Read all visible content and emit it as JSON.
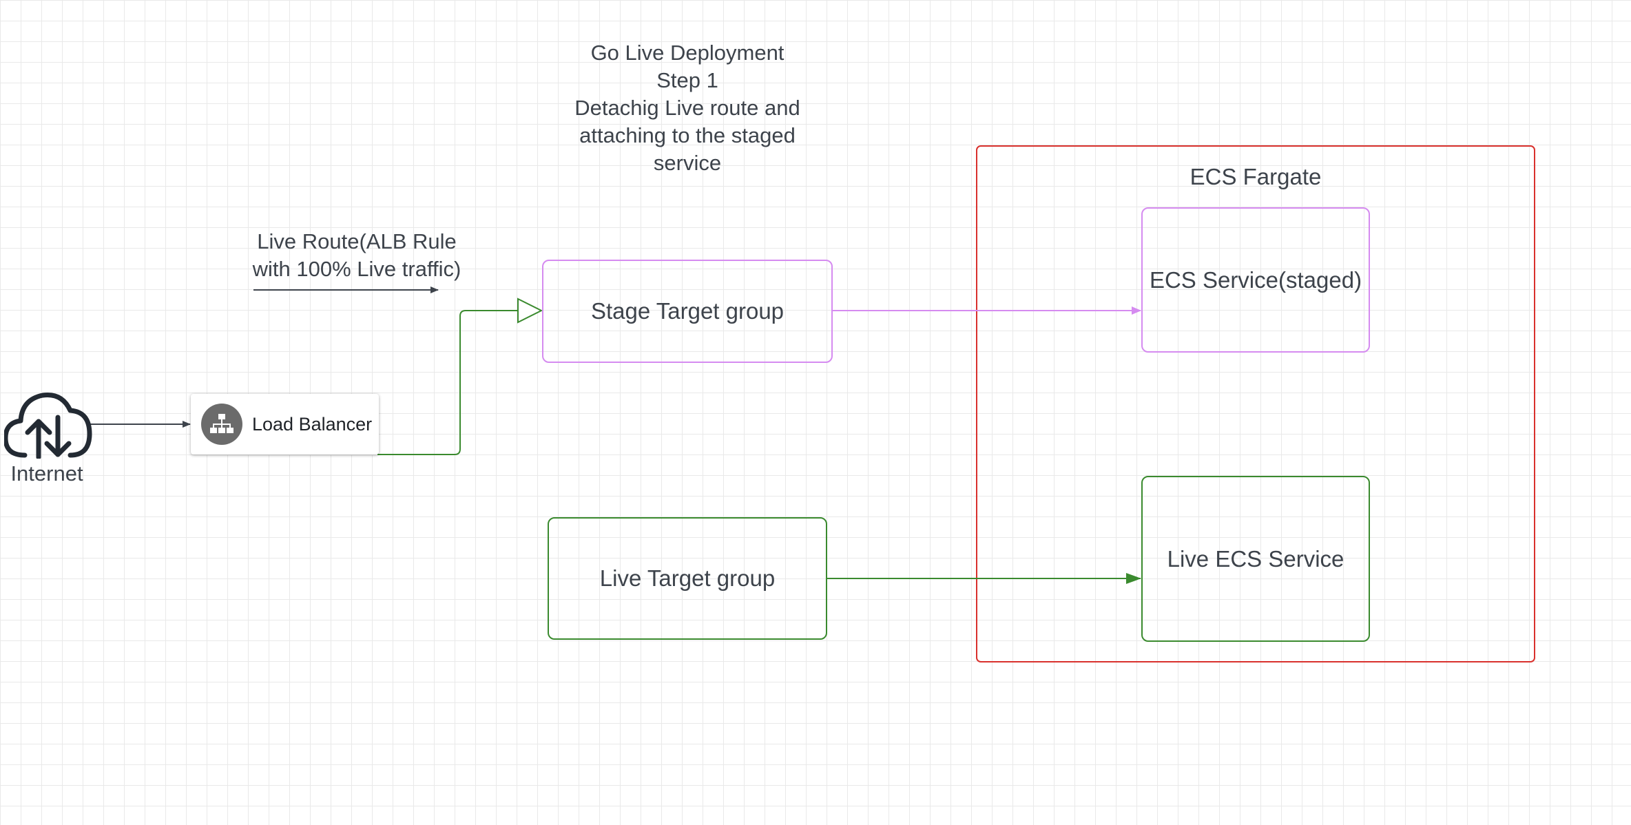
{
  "diagram": {
    "title_lines": "Go Live Deployment\nStep 1\nDetachig Live route and\nattaching to the staged\nservice",
    "live_route_label": "Live Route(ALB Rule\nwith 100% Live traffic)",
    "internet_label": "Internet",
    "load_balancer_label": "Load Balancer",
    "stage_target_group_label": "Stage Target group",
    "live_target_group_label": "Live Target group",
    "ecs_fargate_label": "ECS Fargate",
    "ecs_service_staged_label": "ECS Service(staged)",
    "live_ecs_service_label": "Live ECS Service"
  },
  "colors": {
    "stage": "#d58bf0",
    "live": "#3a8a2e",
    "fargate": "#d9302c",
    "connector": "#3d434b"
  },
  "icons": {
    "internet": "cloud-upload-download-icon",
    "load_balancer": "load-balancer-icon"
  }
}
